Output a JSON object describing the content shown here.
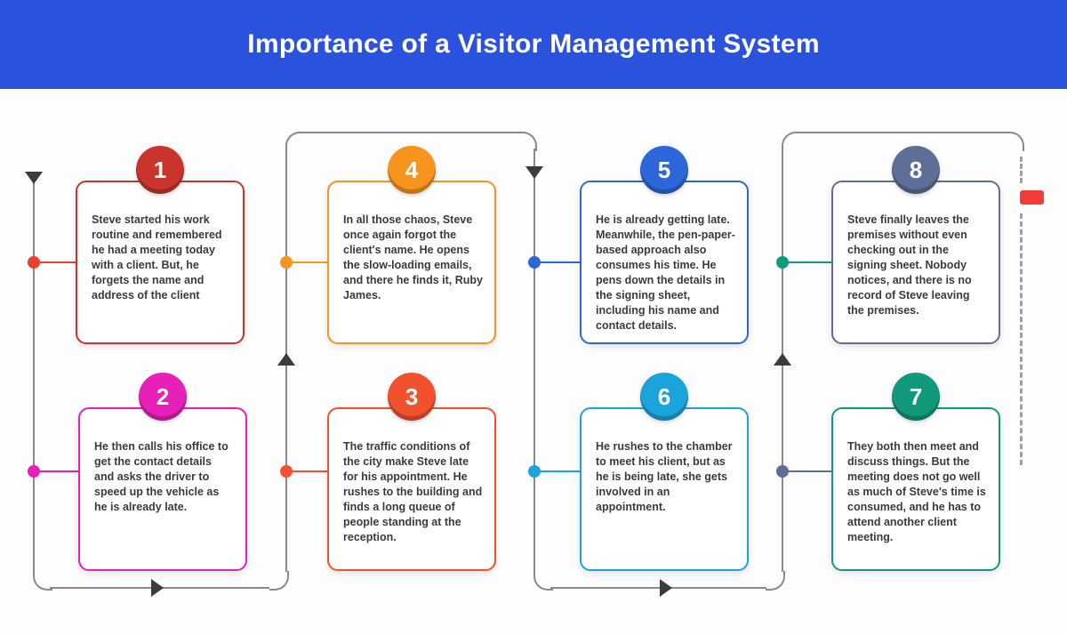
{
  "header": {
    "title": "Importance of a Visitor Management System"
  },
  "theme": {
    "header_bg": "#2b52dc",
    "header_text": "#ffffff",
    "line_color": "#8a8a8a",
    "arrow_color": "#3c3c3c",
    "dash_color": "#98a0ac",
    "end_marker_color": "#f23d3d",
    "card_bg": "#ffffff",
    "card_text_color": "#3b3b3b"
  },
  "steps": [
    {
      "number": "1",
      "color": "#c9342c",
      "dot_color": "#e8402f",
      "text": "Steve started his work routine and remembered he had a meeting today with a client. But, he forgets the name and address of the client"
    },
    {
      "number": "2",
      "color": "#e620b8",
      "dot_color": "#e620b8",
      "text": "He then calls his office to get the contact details and asks the driver to speed up the vehicle as he is already late."
    },
    {
      "number": "3",
      "color": "#f2512f",
      "dot_color": "#f2512f",
      "text": "The traffic conditions of the city make Steve late for his appointment. He rushes to the building and finds a long queue of people standing at the reception."
    },
    {
      "number": "4",
      "color": "#f7941e",
      "dot_color": "#f7941e",
      "text": "In all those chaos, Steve once again forgot the client's name. He opens the slow-loading emails, and there he finds it, Ruby James."
    },
    {
      "number": "5",
      "color": "#2c66d9",
      "dot_color": "#2c66d9",
      "text": "He is already getting late. Meanwhile, the pen-paper-based approach also consumes his time. He pens down the details in the signing sheet, including his name and contact details."
    },
    {
      "number": "6",
      "color": "#1ba4dc",
      "dot_color": "#1ba4dc",
      "text": "He rushes to the chamber to meet his client, but as he is being late, she gets involved in an appointment."
    },
    {
      "number": "7",
      "color": "#12997b",
      "dot_color": "#5f6e96",
      "text": "They both then meet and discuss things. But the meeting does not go well as much of Steve's time is consumed, and he has to attend another client meeting."
    },
    {
      "number": "8",
      "color": "#5f6e96",
      "dot_color": "#12997b",
      "text": "Steve finally leaves the premises without even checking out in the signing sheet. Nobody notices, and there is no record of Steve leaving the premises."
    }
  ]
}
